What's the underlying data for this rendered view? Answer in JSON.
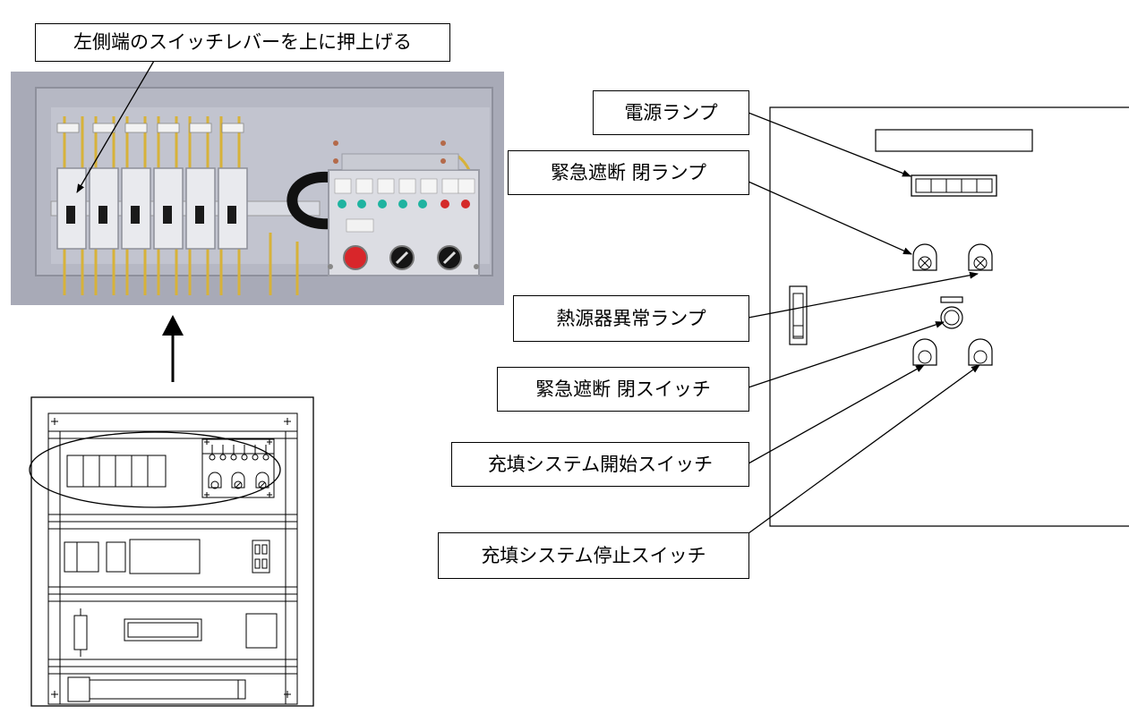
{
  "labels": {
    "breaker_instruction": "左側端のスイッチレバーを上に押上げる",
    "power_lamp": "電源ランプ",
    "emergency_close_lamp": "緊急遮断  閉ランプ",
    "heat_source_error_lamp": "熱源器異常ランプ",
    "emergency_close_switch": "緊急遮断  閉スイッチ",
    "filling_start_switch": "充填システム開始スイッチ",
    "filling_stop_switch": "充填システム停止スイッチ"
  },
  "colors": {
    "line": "#000000",
    "lamp_green": "#1fb3a0",
    "lamp_red": "#d42a2a",
    "button_red": "#d8262a",
    "photo_panel": "#a9abb8"
  }
}
